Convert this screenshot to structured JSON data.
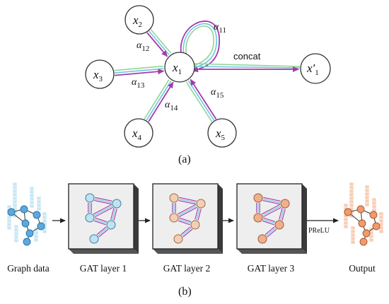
{
  "panel_a": {
    "center": {
      "base": "x",
      "sub": "1"
    },
    "output": {
      "base": "x'",
      "sub": "1"
    },
    "neighbors": [
      {
        "base": "x",
        "sub": "2",
        "alpha_base": "α",
        "alpha_sub": "12"
      },
      {
        "base": "x",
        "sub": "3",
        "alpha_base": "α",
        "alpha_sub": "13"
      },
      {
        "base": "x",
        "sub": "4",
        "alpha_base": "α",
        "alpha_sub": "14"
      },
      {
        "base": "x",
        "sub": "5",
        "alpha_base": "α",
        "alpha_sub": "15"
      }
    ],
    "self_alpha": {
      "base": "α",
      "sub": "11"
    },
    "concat_label": "concat",
    "caption": "(a)"
  },
  "panel_b": {
    "stages": [
      {
        "label": "Graph data"
      },
      {
        "label": "GAT layer 1"
      },
      {
        "label": "GAT layer 2"
      },
      {
        "label": "GAT layer 3"
      },
      {
        "label": "Output"
      }
    ],
    "activation_label": "PReLU",
    "caption": "(b)"
  },
  "colors": {
    "head_1": "#8fd694",
    "head_2": "#6ec6e6",
    "head_3": "#a53aa8",
    "graph_node": "#5aa9e0",
    "layer1_node": "#bfe3f0",
    "layer2_node": "#f5cfb4",
    "layer3_node": "#f2b08a",
    "output_node": "#f09a6e",
    "layer_box": "#eeeeee"
  }
}
